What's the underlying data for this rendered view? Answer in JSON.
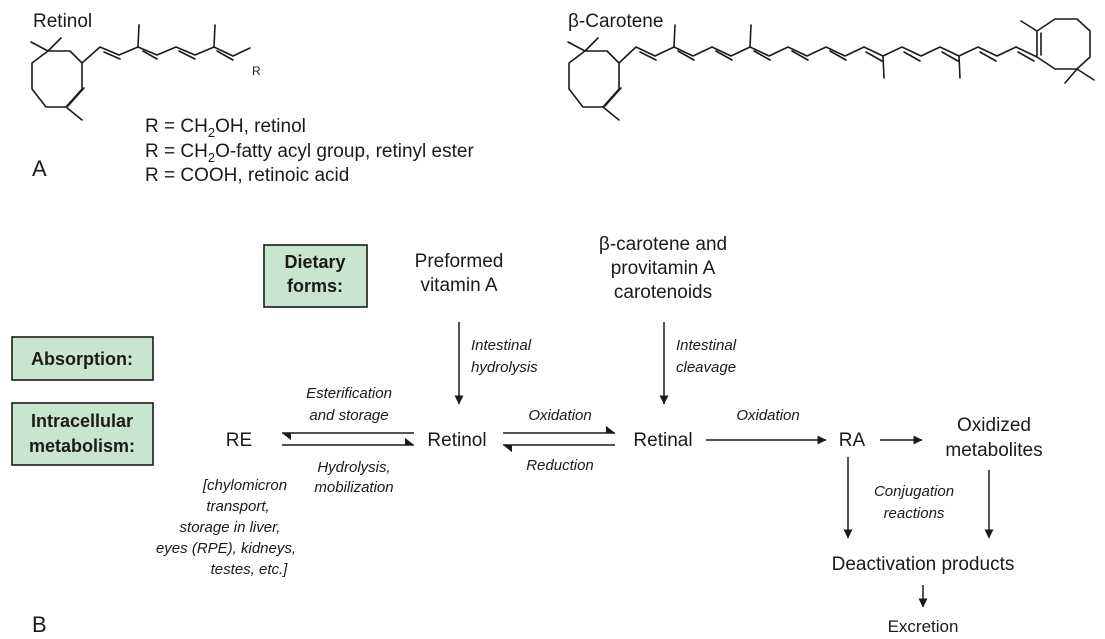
{
  "panelA": {
    "label": "A",
    "retinol_title": "Retinol",
    "r_label": "R",
    "carotene_title": "β-Carotene",
    "r_lines": [
      {
        "pre": "R = CH",
        "sub": "2",
        "post": "OH, retinol"
      },
      {
        "pre": "R = CH",
        "sub": "2",
        "post": "O-fatty acyl group, retinyl ester"
      },
      {
        "pre": "R = COOH, retinoic acid",
        "sub": "",
        "post": ""
      }
    ]
  },
  "panelB": {
    "label": "B",
    "stages": {
      "dietary": [
        "Dietary",
        "forms:"
      ],
      "absorption": [
        "Absorption:"
      ],
      "intracellular": [
        "Intracellular",
        "metabolism:"
      ]
    },
    "nodes": {
      "preformed": [
        "Preformed",
        "vitamin A"
      ],
      "carotene": [
        "β-carotene and",
        "provitamin A",
        "carotenoids"
      ],
      "re": "RE",
      "retinol": "Retinol",
      "retinal": "Retinal",
      "ra": "RA",
      "oxidized": [
        "Oxidized",
        "metabolites"
      ],
      "deactivation": "Deactivation products",
      "excretion": "Excretion"
    },
    "steps": {
      "intestinal_hydrolysis": [
        "Intestinal",
        "hydrolysis"
      ],
      "intestinal_cleavage": [
        "Intestinal",
        "cleavage"
      ],
      "esterification": [
        "Esterification",
        "and storage"
      ],
      "hydrolysis_mobilization": [
        "Hydrolysis,",
        "mobilization"
      ],
      "oxidation_1": "Oxidation",
      "reduction": "Reduction",
      "oxidation_2": "Oxidation",
      "conjugation": [
        "Conjugation",
        "reactions"
      ]
    },
    "storage_note": [
      "[chylomicron",
      "transport,",
      "storage in liver,",
      "eyes (RPE), kidneys,",
      "testes, etc.]"
    ]
  }
}
